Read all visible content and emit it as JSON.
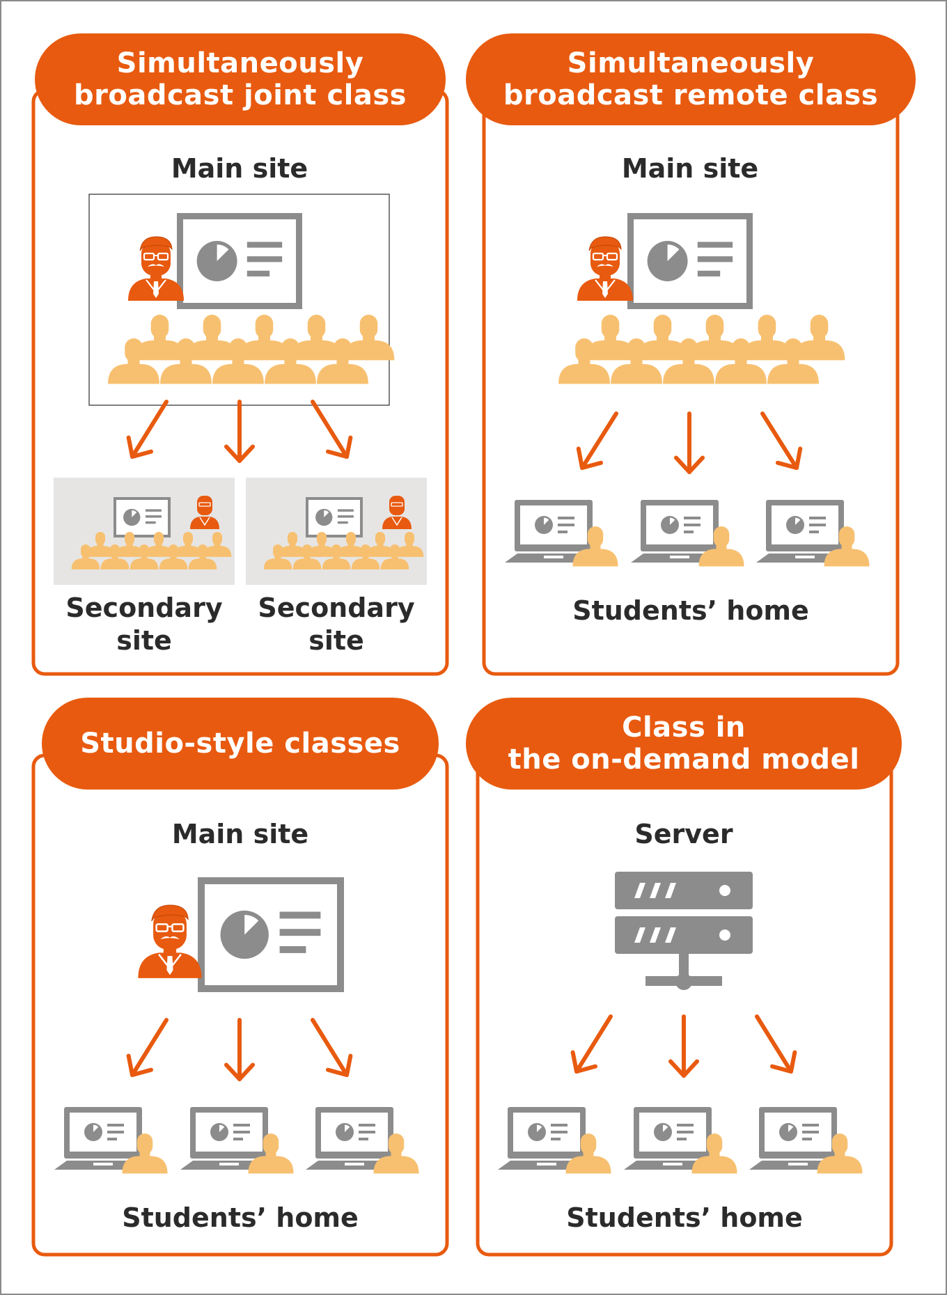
{
  "colors": {
    "accent": "#e85a0f",
    "student": "#f7c070",
    "device": "#8c8c8c",
    "site_bg": "#e6e5e4",
    "text": "#2b2b2b",
    "frame": "#555555"
  },
  "panels": [
    {
      "title": "Simultaneously\nbroadcast joint class",
      "main_label": "Main site",
      "bottom_labels": [
        "Secondary\nsite",
        "Secondary\nsite"
      ]
    },
    {
      "title": "Simultaneously\nbroadcast remote class",
      "main_label": "Main site",
      "bottom_labels": [
        "Students’ home"
      ]
    },
    {
      "title": "Studio-style classes",
      "main_label": "Main site",
      "bottom_labels": [
        "Students’ home"
      ]
    },
    {
      "title": "Class in\nthe on-demand model",
      "main_label": "Server",
      "bottom_labels": [
        "Students’ home"
      ]
    }
  ]
}
